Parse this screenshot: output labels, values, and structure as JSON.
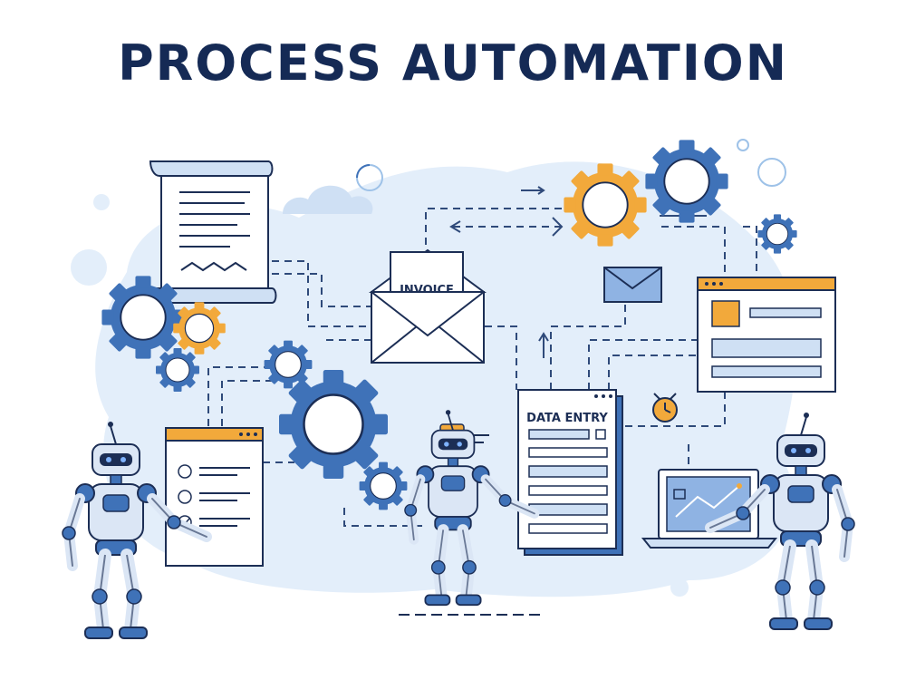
{
  "title": "PROCESS AUTOMATION",
  "invoice": {
    "label": "INVOICE"
  },
  "data_entry": {
    "label": "DATA ENTRY"
  },
  "colors": {
    "navy": "#1c2e55",
    "blue": "#3f72b8",
    "accent": "#f2a93b",
    "blob": "#e3eefa"
  },
  "icons": [
    "document-icon",
    "envelope-icon",
    "mail-icon",
    "gear-icon",
    "robot-icon",
    "laptop-icon",
    "checklist-icon",
    "timer-icon",
    "cloud-icon",
    "browser-window-icon"
  ]
}
